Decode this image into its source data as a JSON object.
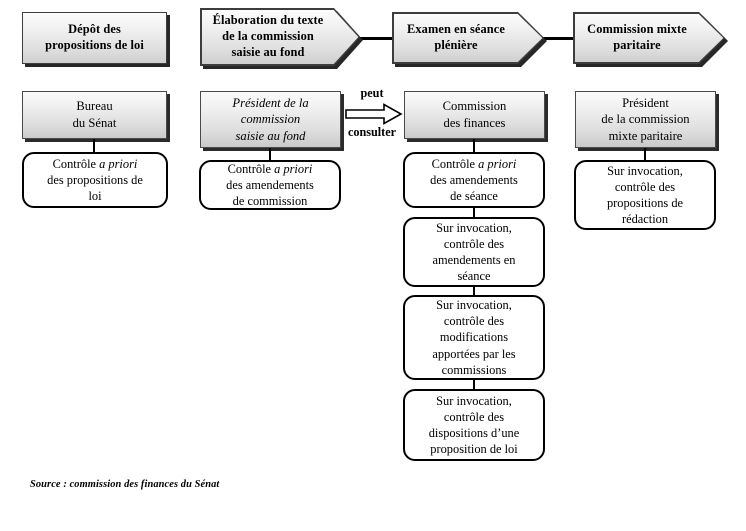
{
  "figure": {
    "type": "flowchart",
    "orientation": "left-to-right process with vertical sub-stacks",
    "source_caption": "Source : commission des finances du Sénat"
  },
  "stages": [
    {
      "id": "depot",
      "shape": "rectangle",
      "header": "Dépôt des propositions de loi",
      "header_lines": [
        "Dépôt des",
        "propositions de loi"
      ],
      "actor": "Bureau du Sénat",
      "actor_lines": [
        "Bureau",
        "du Sénat"
      ],
      "controls": [
        {
          "text": "Contrôle a priori des propositions de loi",
          "lines": [
            "Contrôle <i>a priori</i>",
            "des propositions de",
            "loi"
          ]
        }
      ]
    },
    {
      "id": "elaboration",
      "shape": "chevron",
      "header": "Élaboration du texte de la commission saisie au fond",
      "header_lines": [
        "Élaboration du texte",
        "de la commission",
        "saisie au fond"
      ],
      "actor": "Président de la commission saisie au fond",
      "actor_lines": [
        "<i>Président de la</i>",
        "<i>commission</i>",
        "<i>saisie au fond</i>"
      ],
      "controls": [
        {
          "text": "Contrôle a priori des amendements de commission",
          "lines": [
            "Contrôle <i>a priori</i>",
            "des amendements",
            "de commission"
          ]
        }
      ]
    },
    {
      "id": "seance-pleniere",
      "shape": "chevron",
      "header": "Examen en séance plénière",
      "header_lines": [
        "Examen en séance",
        "plénière"
      ],
      "actor": "Commission des finances",
      "actor_lines": [
        "Commission",
        "des finances"
      ],
      "controls": [
        {
          "text": "Contrôle a priori des amendements de séance",
          "lines": [
            "Contrôle <i>a priori</i>",
            "des amendements",
            "de séance"
          ]
        },
        {
          "text": "Sur invocation, contrôle des amendements en séance",
          "lines": [
            "Sur invocation,",
            "contrôle des",
            "amendements en",
            "séance"
          ]
        },
        {
          "text": "Sur invocation, contrôle des modifications apportées par les commissions",
          "lines": [
            "Sur invocation,",
            "contrôle des",
            "modifications",
            "apportées par les",
            "commissions"
          ]
        },
        {
          "text": "Sur invocation, contrôle des dispositions d’une proposition de loi",
          "lines": [
            "Sur invocation,",
            "contrôle des",
            "dispositions d’une",
            "proposition de loi"
          ]
        }
      ]
    },
    {
      "id": "cmp",
      "shape": "chevron",
      "header": "Commission mixte paritaire",
      "header_lines": [
        "Commission mixte",
        "paritaire"
      ],
      "actor": "Président de la commission mixte paritaire",
      "actor_lines": [
        "Président",
        "de la commission",
        "mixte paritaire"
      ],
      "controls": [
        {
          "text": "Sur invocation, contrôle des propositions de rédaction",
          "lines": [
            "Sur invocation,",
            "contrôle des",
            "propositions de",
            "rédaction"
          ]
        }
      ]
    }
  ],
  "connector_arrow": {
    "label_top": "peut",
    "label_bottom": "consulter",
    "from": "Président de la commission saisie au fond",
    "to": "Commission des finances",
    "icon": "block-arrow-right-icon"
  },
  "colors": {
    "box_border": "#3d3d3d",
    "box_shadow": "#272727",
    "gradient_top": "#fcfcfc",
    "gradient_bottom": "#cacaca",
    "control_border": "#000000",
    "control_fill": "#ffffff",
    "connector": "#000000",
    "background": "#ffffff"
  }
}
